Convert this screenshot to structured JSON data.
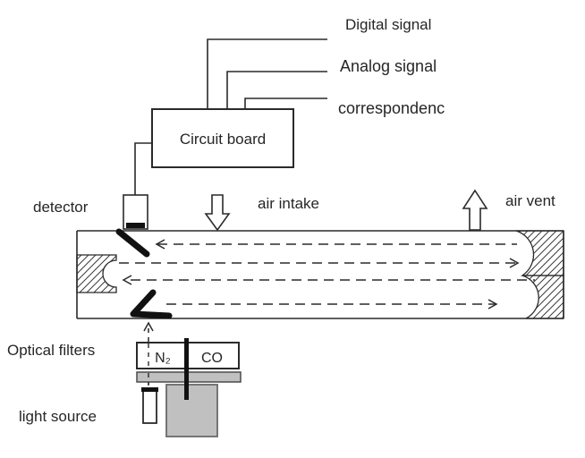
{
  "labels": {
    "digital_signal": "Digital signal",
    "analog_signal": "Analog signal",
    "correspondence": "correspondenc",
    "circuit_board": "Circuit board",
    "detector": "detector",
    "air_intake": "air intake",
    "air_vent": "air vent",
    "optical_filters": "Optical filters",
    "light_source": "light source",
    "filter_cell_n2": "N₂",
    "filter_cell_co": "CO"
  },
  "icons": {
    "air_intake_arrow": "hollow-down-arrow",
    "air_vent_arrow": "hollow-up-arrow",
    "beam_direction_arrows": "dashed-light-path-arrowheads"
  },
  "colors": {
    "ink": "#2a2a2a",
    "text": "#262626",
    "component_gray": "#c0c0c0",
    "hatch": "#3a3a3a",
    "background": "#ffffff"
  }
}
